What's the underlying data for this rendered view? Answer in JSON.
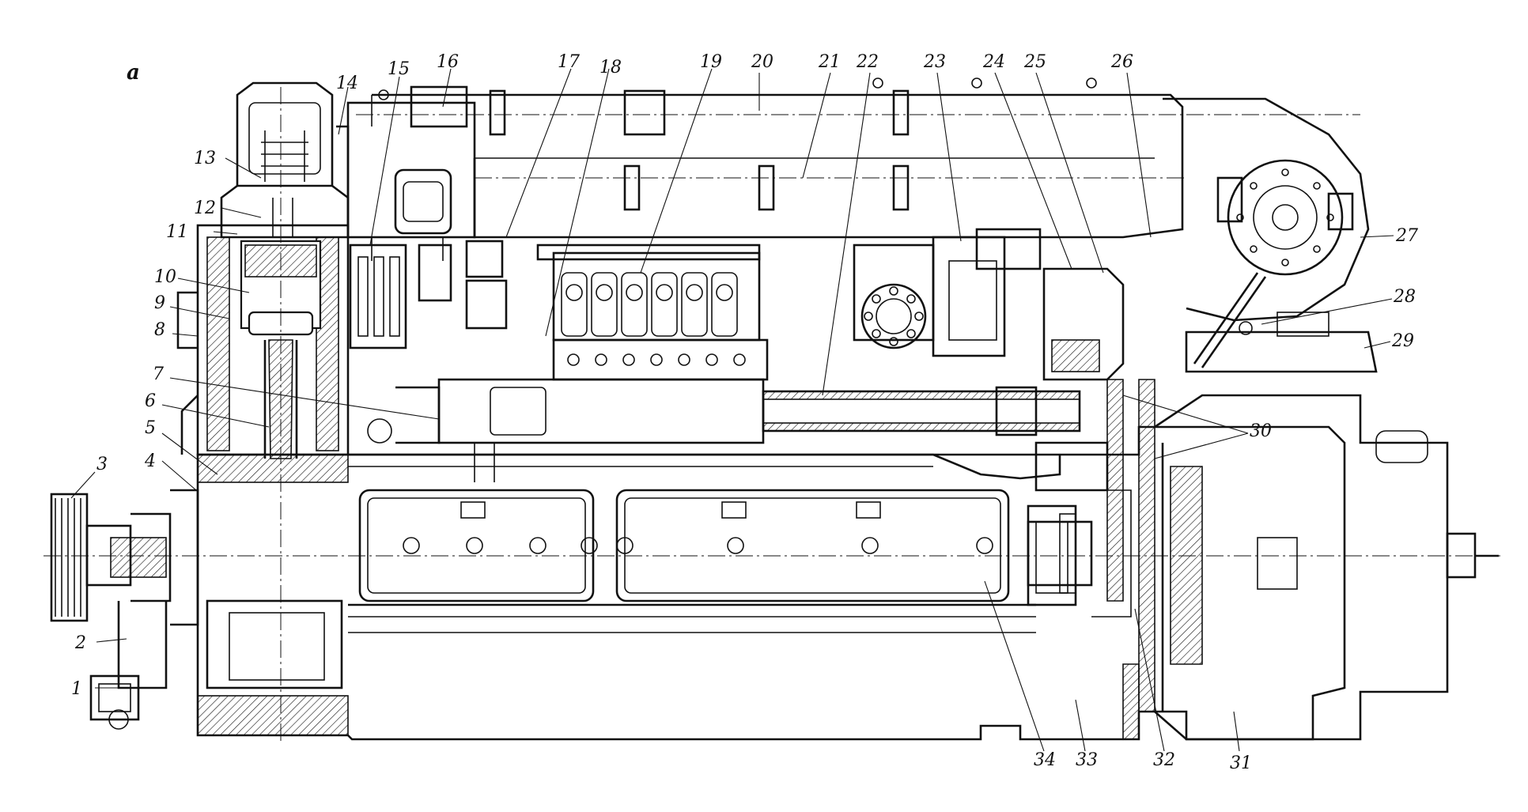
{
  "figure": {
    "panel_letter": "а",
    "callouts": [
      "1",
      "2",
      "3",
      "4",
      "5",
      "6",
      "7",
      "8",
      "9",
      "10",
      "11",
      "12",
      "13",
      "14",
      "15",
      "16",
      "17",
      "18",
      "19",
      "20",
      "21",
      "22",
      "23",
      "24",
      "25",
      "26",
      "27",
      "28",
      "29",
      "30",
      "31",
      "32",
      "33",
      "34"
    ]
  }
}
